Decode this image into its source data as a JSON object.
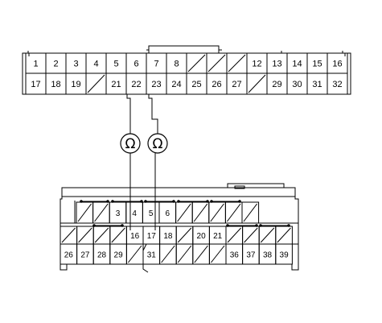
{
  "upper_connector": {
    "row1": [
      {
        "label": "1",
        "blank": false
      },
      {
        "label": "2",
        "blank": false
      },
      {
        "label": "3",
        "blank": false
      },
      {
        "label": "4",
        "blank": false
      },
      {
        "label": "5",
        "blank": false
      },
      {
        "label": "6",
        "blank": false
      },
      {
        "label": "7",
        "blank": false
      },
      {
        "label": "8",
        "blank": false
      },
      {
        "label": "",
        "blank": true
      },
      {
        "label": "",
        "blank": true
      },
      {
        "label": "",
        "blank": true
      },
      {
        "label": "12",
        "blank": false
      },
      {
        "label": "13",
        "blank": false
      },
      {
        "label": "14",
        "blank": false
      },
      {
        "label": "15",
        "blank": false
      },
      {
        "label": "16",
        "blank": false
      }
    ],
    "row2": [
      {
        "label": "17",
        "blank": false
      },
      {
        "label": "18",
        "blank": false
      },
      {
        "label": "19",
        "blank": false
      },
      {
        "label": "",
        "blank": true
      },
      {
        "label": "21",
        "blank": false
      },
      {
        "label": "22",
        "blank": false
      },
      {
        "label": "23",
        "blank": false
      },
      {
        "label": "24",
        "blank": false
      },
      {
        "label": "25",
        "blank": false
      },
      {
        "label": "26",
        "blank": false
      },
      {
        "label": "27",
        "blank": false
      },
      {
        "label": "",
        "blank": true
      },
      {
        "label": "29",
        "blank": false
      },
      {
        "label": "30",
        "blank": false
      },
      {
        "label": "31",
        "blank": false
      },
      {
        "label": "32",
        "blank": false
      }
    ]
  },
  "meters": [
    {
      "symbol": "Ω"
    },
    {
      "symbol": "Ω"
    }
  ],
  "lower_connector": {
    "row1": [
      {
        "label": "",
        "blank": true
      },
      {
        "label": "",
        "blank": true
      },
      {
        "label": "3",
        "blank": false
      },
      {
        "label": "4",
        "blank": false
      },
      {
        "label": "5",
        "blank": false
      },
      {
        "label": "6",
        "blank": false
      },
      {
        "label": "",
        "blank": true
      },
      {
        "label": "",
        "blank": true
      },
      {
        "label": "",
        "blank": true
      },
      {
        "label": "",
        "blank": true
      },
      {
        "label": "",
        "blank": true
      }
    ],
    "row2": [
      {
        "label": "",
        "blank": true
      },
      {
        "label": "",
        "blank": true
      },
      {
        "label": "",
        "blank": true
      },
      {
        "label": "",
        "blank": true
      },
      {
        "label": "16",
        "blank": false
      },
      {
        "label": "17",
        "blank": false
      },
      {
        "label": "18",
        "blank": false
      },
      {
        "label": "",
        "blank": true
      },
      {
        "label": "20",
        "blank": false
      },
      {
        "label": "21",
        "blank": false
      },
      {
        "label": "",
        "blank": true
      },
      {
        "label": "",
        "blank": true
      },
      {
        "label": "",
        "blank": true
      },
      {
        "label": "",
        "blank": true
      }
    ],
    "row3": [
      {
        "label": "26",
        "blank": false
      },
      {
        "label": "27",
        "blank": false
      },
      {
        "label": "28",
        "blank": false
      },
      {
        "label": "29",
        "blank": false
      },
      {
        "label": "",
        "blank": true
      },
      {
        "label": "31",
        "blank": false
      },
      {
        "label": "",
        "blank": true
      },
      {
        "label": "",
        "blank": true
      },
      {
        "label": "",
        "blank": true
      },
      {
        "label": "",
        "blank": true
      },
      {
        "label": "36",
        "blank": false
      },
      {
        "label": "37",
        "blank": false
      },
      {
        "label": "38",
        "blank": false
      },
      {
        "label": "39",
        "blank": false
      }
    ]
  }
}
